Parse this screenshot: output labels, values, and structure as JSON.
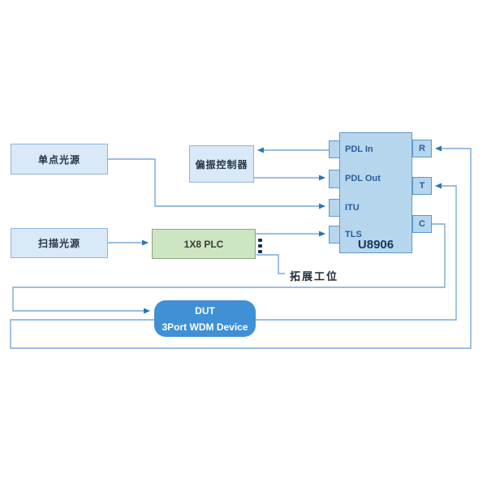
{
  "diagram": {
    "title_visible": false,
    "boxes": {
      "single_source": "单点光源",
      "scan_source": "扫描光源",
      "pol_controller": "偏振控制器",
      "plc": "1X8 PLC",
      "u8906_label": "U8906",
      "dut_title": "DUT",
      "dut_subtitle": "3Port WDM Device",
      "expansion_label": "拓展工位"
    },
    "u8906": {
      "ports_left": [
        "PDL In",
        "PDL Out",
        "ITU",
        "TLS"
      ],
      "ports_right": [
        "R",
        "T",
        "C"
      ]
    },
    "connections": [
      {
        "from": "单点光源",
        "to": "U8906 ITU"
      },
      {
        "from": "U8906 PDL In",
        "to": "偏振控制器"
      },
      {
        "from": "偏振控制器",
        "to": "U8906 PDL Out"
      },
      {
        "from": "扫描光源",
        "to": "1X8 PLC"
      },
      {
        "from": "1X8 PLC",
        "to": "U8906 TLS"
      },
      {
        "from": "1X8 PLC",
        "to": "拓展工位"
      },
      {
        "from": "U8906 C",
        "to": "DUT"
      },
      {
        "from": "DUT",
        "to": "U8906 T"
      },
      {
        "from": "DUT",
        "to": "U8906 R"
      }
    ],
    "colors": {
      "light_box_fill": "#d9e9f7",
      "light_box_border": "#8fb5d9",
      "u8906_fill": "#b6d6ee",
      "u8906_border": "#5f98ca",
      "plc_fill": "#cde5c0",
      "plc_border": "#8aa683",
      "dut_fill": "#3f90d5",
      "wire": "#79a9d6",
      "arrow": "#2e75b6",
      "label_text": "#263447",
      "port_text": "#2a5d9c"
    }
  }
}
